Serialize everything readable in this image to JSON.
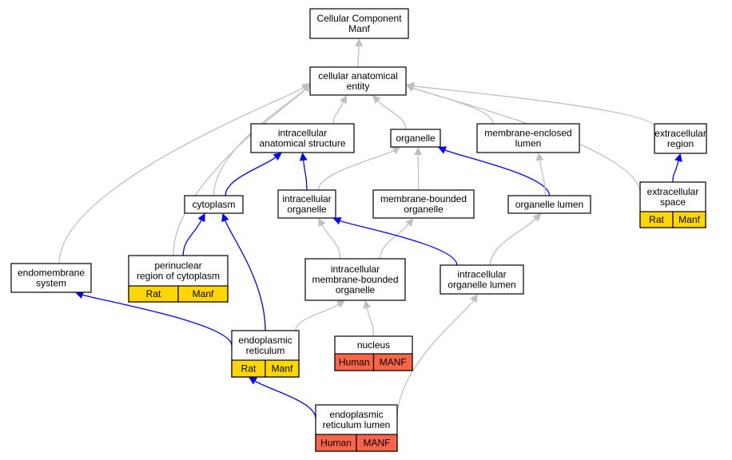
{
  "colors": {
    "is_a_edge": "#c0c0c0",
    "part_of_edge": "#0000ff",
    "rat_tag": "#ffd700",
    "human_tag": "#fa6448",
    "node_fill": "#ffffff",
    "node_stroke": "#000000"
  },
  "nodes": [
    {
      "id": "root",
      "lines": [
        "Cellular Component",
        "Manf"
      ],
      "tags": []
    },
    {
      "id": "cae",
      "lines": [
        "cellular anatomical",
        "entity"
      ],
      "tags": []
    },
    {
      "id": "ias",
      "lines": [
        "intracellular",
        "anatomical structure"
      ],
      "tags": []
    },
    {
      "id": "organelle",
      "lines": [
        "organelle"
      ],
      "tags": []
    },
    {
      "id": "mel",
      "lines": [
        "membrane-enclosed",
        "lumen"
      ],
      "tags": []
    },
    {
      "id": "extreg",
      "lines": [
        "extracellular",
        "region"
      ],
      "tags": []
    },
    {
      "id": "cytoplasm",
      "lines": [
        "cytoplasm"
      ],
      "tags": []
    },
    {
      "id": "intorg",
      "lines": [
        "intracellular",
        "organelle"
      ],
      "tags": []
    },
    {
      "id": "mbo",
      "lines": [
        "membrane-bounded",
        "organelle"
      ],
      "tags": []
    },
    {
      "id": "orglumen",
      "lines": [
        "organelle lumen"
      ],
      "tags": []
    },
    {
      "id": "extspace",
      "lines": [
        "extracellular",
        "space"
      ],
      "tags": [
        "Rat",
        "Manf"
      ]
    },
    {
      "id": "endomem",
      "lines": [
        "endomembrane",
        "system"
      ],
      "tags": []
    },
    {
      "id": "perinuc",
      "lines": [
        "perinuclear",
        "region of cytoplasm"
      ],
      "tags": [
        "Rat",
        "Manf"
      ]
    },
    {
      "id": "imbo",
      "lines": [
        "intracellular",
        "membrane-bounded",
        "organelle"
      ],
      "tags": []
    },
    {
      "id": "iol",
      "lines": [
        "intracellular",
        "organelle lumen"
      ],
      "tags": []
    },
    {
      "id": "er",
      "lines": [
        "endoplasmic",
        "reticulum"
      ],
      "tags": [
        "Rat",
        "Manf"
      ]
    },
    {
      "id": "nucleus",
      "lines": [
        "nucleus"
      ],
      "tags": [
        "Human",
        "MANF"
      ]
    },
    {
      "id": "erl",
      "lines": [
        "endoplasmic",
        "reticulum lumen"
      ],
      "tags": [
        "Human",
        "MANF"
      ]
    }
  ],
  "edges": [
    {
      "from": "cae",
      "to": "root",
      "type": "is_a"
    },
    {
      "from": "ias",
      "to": "cae",
      "type": "is_a"
    },
    {
      "from": "organelle",
      "to": "cae",
      "type": "is_a"
    },
    {
      "from": "mel",
      "to": "cae",
      "type": "is_a"
    },
    {
      "from": "extreg",
      "to": "cae",
      "type": "is_a"
    },
    {
      "from": "extspace",
      "to": "cae",
      "type": "is_a"
    },
    {
      "from": "cytoplasm",
      "to": "cae",
      "type": "is_a"
    },
    {
      "from": "endomem",
      "to": "cae",
      "type": "is_a"
    },
    {
      "from": "perinuc",
      "to": "cae",
      "type": "is_a"
    },
    {
      "from": "cytoplasm",
      "to": "ias",
      "type": "part_of"
    },
    {
      "from": "intorg",
      "to": "ias",
      "type": "part_of"
    },
    {
      "from": "intorg",
      "to": "organelle",
      "type": "is_a"
    },
    {
      "from": "mbo",
      "to": "organelle",
      "type": "is_a"
    },
    {
      "from": "orglumen",
      "to": "organelle",
      "type": "part_of"
    },
    {
      "from": "orglumen",
      "to": "mel",
      "type": "is_a"
    },
    {
      "from": "extspace",
      "to": "extreg",
      "type": "part_of"
    },
    {
      "from": "perinuc",
      "to": "cytoplasm",
      "type": "part_of"
    },
    {
      "from": "er",
      "to": "cytoplasm",
      "type": "part_of"
    },
    {
      "from": "imbo",
      "to": "intorg",
      "type": "is_a"
    },
    {
      "from": "imbo",
      "to": "mbo",
      "type": "is_a"
    },
    {
      "from": "iol",
      "to": "intorg",
      "type": "part_of"
    },
    {
      "from": "iol",
      "to": "orglumen",
      "type": "is_a"
    },
    {
      "from": "er",
      "to": "endomem",
      "type": "part_of"
    },
    {
      "from": "er",
      "to": "imbo",
      "type": "is_a"
    },
    {
      "from": "nucleus",
      "to": "imbo",
      "type": "is_a"
    },
    {
      "from": "erl",
      "to": "er",
      "type": "part_of"
    },
    {
      "from": "erl",
      "to": "iol",
      "type": "is_a"
    }
  ]
}
